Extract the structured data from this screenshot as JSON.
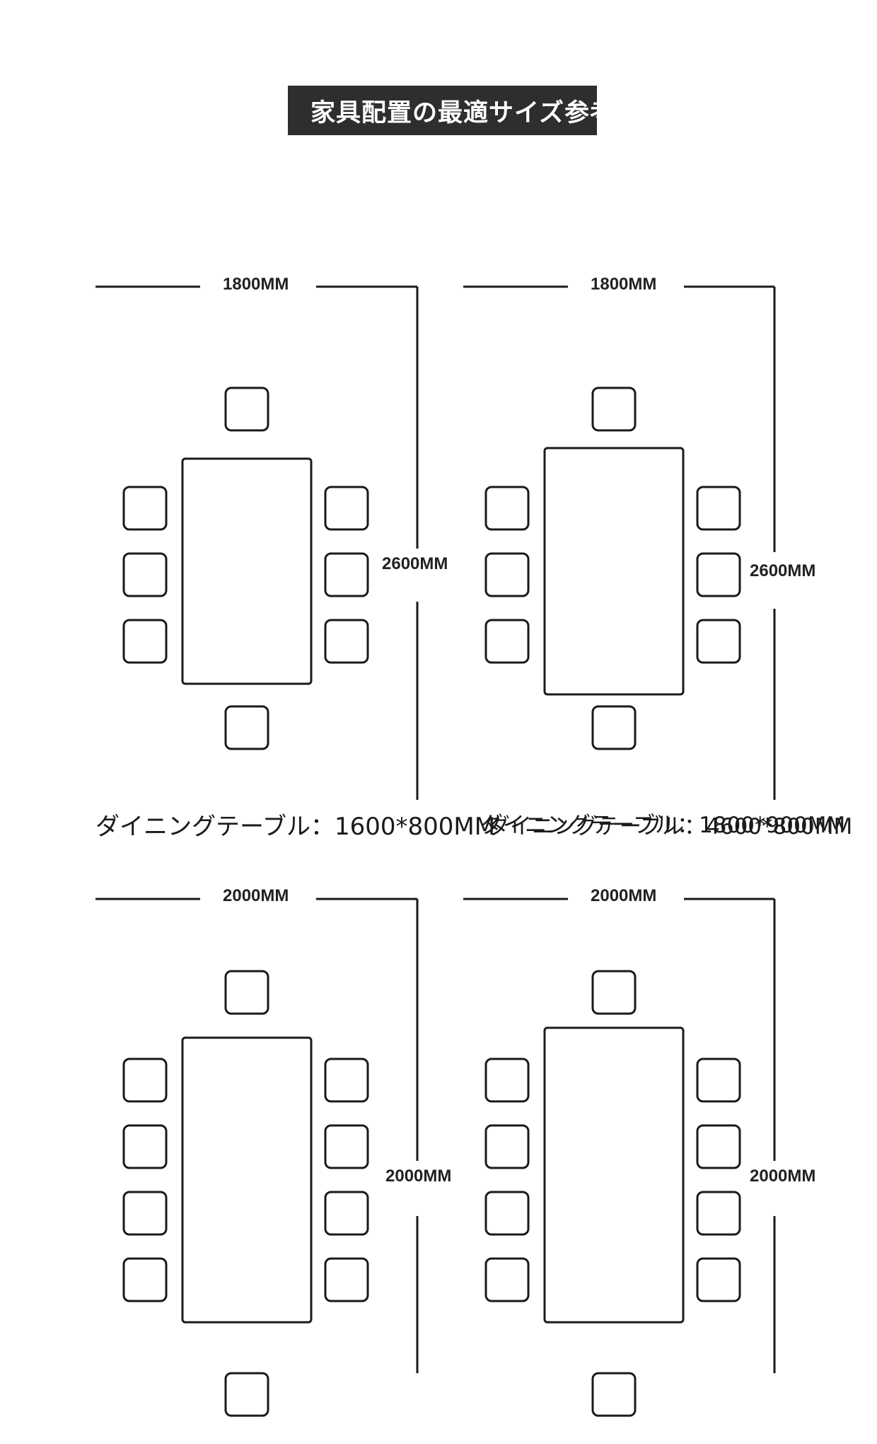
{
  "title": "家具配置の最適サイズ参考",
  "diagrams": [
    {
      "width_label": "1800MM",
      "length_label": "2600MM",
      "chairs_per_side": 3
    },
    {
      "width_label": "1800MM",
      "length_label": "2600MM",
      "chairs_per_side": 3
    },
    {
      "width_label": "2000MM",
      "length_label": "2000MM",
      "chairs_per_side": 4
    },
    {
      "width_label": "2000MM",
      "length_label": "2000MM",
      "chairs_per_side": 4
    }
  ],
  "captions": [
    "ダイニングテーブル：1600*800MM",
    "ダイニングテーブル：1800*900MM",
    "ダイニングテーブル：4600*800MM"
  ],
  "colors": {
    "banner": "#2e2e2e",
    "line": "#1a1a1a"
  }
}
